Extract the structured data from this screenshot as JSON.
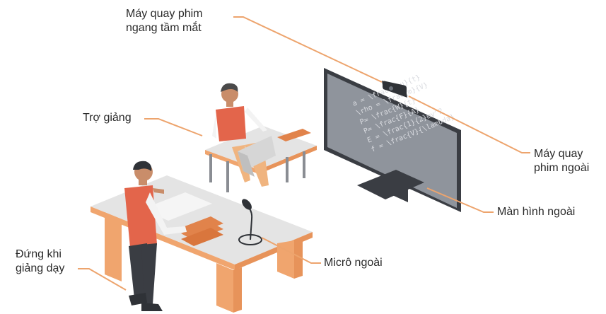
{
  "labels": {
    "camera_eye_level": [
      "Máy quay phim",
      "ngang tầm mắt"
    ],
    "teaching_assistant": "Trợ giảng",
    "external_camera": [
      "Máy quay",
      "phim ngoài"
    ],
    "external_monitor": "Màn hình ngoài",
    "external_microphone": "Micrô ngoài",
    "standing_teaching": [
      "Đứng khi",
      "giảng dạy"
    ]
  },
  "monitor_code": [
    "a = \\frac{v-u}{t}",
    "\\rho = \\frac{m}{V}",
    "P= \\frac{W}{t}",
    "P= \\frac{F}{A}",
    "E = \\frac{1}{2}mv^2",
    "f = \\frac{V}{\\lambda}"
  ],
  "colors": {
    "leader": "#eda46d",
    "desk_top": "#e6e6e6",
    "desk_side": "#f0a56e",
    "shirt": "#e3654b",
    "monitor_frame": "#3c3f45",
    "monitor_screen": "#8f949c"
  }
}
